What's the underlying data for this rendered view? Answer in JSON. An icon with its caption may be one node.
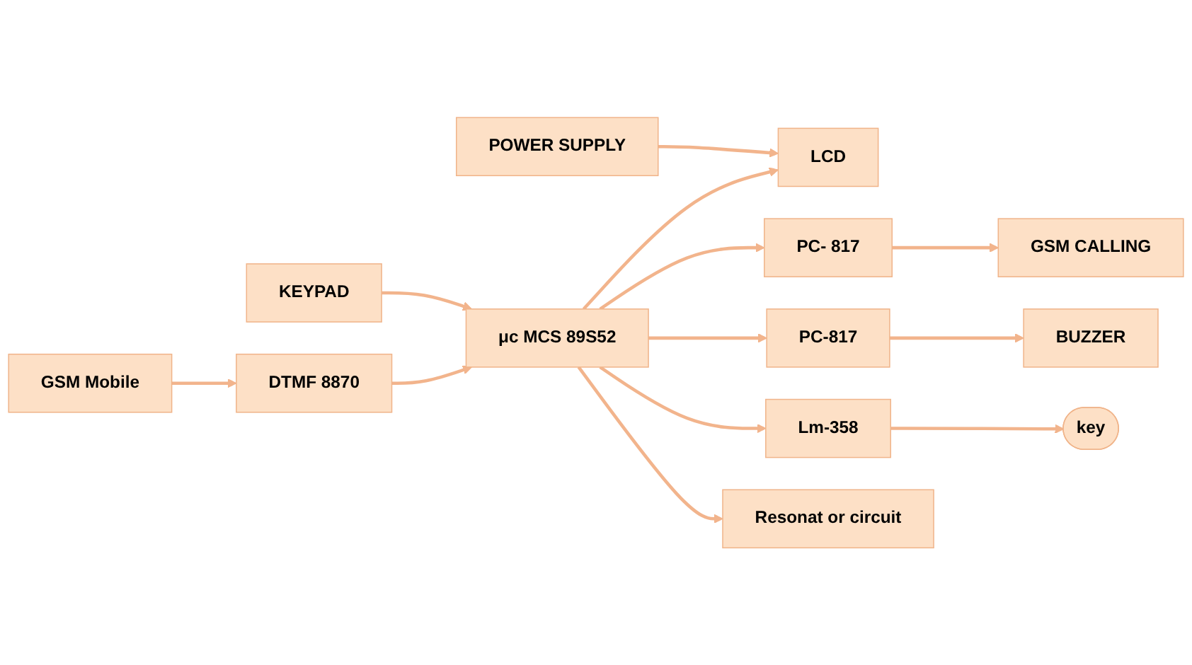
{
  "diagram": {
    "nodes": [
      {
        "text": [
          "POWER SUPPLY"
        ]
      },
      {
        "text": [
          "LCD"
        ]
      },
      {
        "text": [
          "KEYPAD"
        ]
      },
      {
        "text": [
          "μc MCS 89S52"
        ]
      },
      {
        "text": [
          "PC- 817"
        ]
      },
      {
        "text": [
          "GSM CALLING"
        ]
      },
      {
        "text": [
          "PC-817"
        ]
      },
      {
        "text": [
          "BUZZER"
        ]
      },
      {
        "text": [
          "Lm-358"
        ]
      },
      {
        "text": [
          "Resonat or circuit"
        ]
      },
      {
        "text": [
          "DTMF 8870"
        ]
      },
      {
        "text": [
          "GSM Mobile"
        ]
      },
      {
        "text": [
          "key"
        ]
      }
    ],
    "edges": [
      {
        "from": 0,
        "to": 1,
        "arrow": "to"
      },
      {
        "from": 3,
        "to": 1,
        "arrow": "to"
      },
      {
        "from": 2,
        "to": 3,
        "arrow": "to"
      },
      {
        "from": 3,
        "to": 4,
        "arrow": "to"
      },
      {
        "from": 4,
        "to": 5,
        "arrow": "to"
      },
      {
        "from": 3,
        "to": 6,
        "arrow": "to"
      },
      {
        "from": 6,
        "to": 7,
        "arrow": "to"
      },
      {
        "from": 3,
        "to": 8,
        "arrow": "to"
      },
      {
        "from": 3,
        "to": 9,
        "arrow": "to"
      },
      {
        "from": 10,
        "to": 3,
        "arrow": "to"
      },
      {
        "from": 11,
        "to": 10,
        "arrow": "to"
      },
      {
        "from": 8,
        "to": 12,
        "arrow": "to"
      }
    ]
  }
}
